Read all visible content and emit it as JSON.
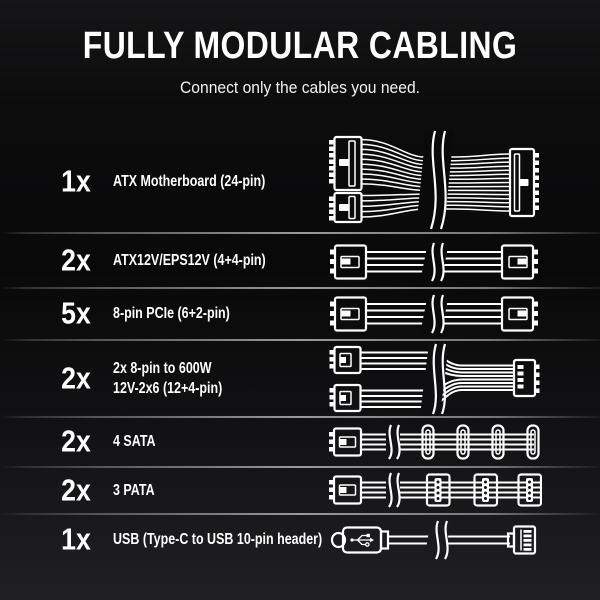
{
  "header": {
    "title": "FULLY MODULAR CABLING",
    "subtitle": "Connect only the cables you need."
  },
  "cables": [
    {
      "qty": "1x",
      "label": "ATX Motherboard (24-pin)",
      "icon": "atx-24pin-cable"
    },
    {
      "qty": "2x",
      "label": "ATX12V/EPS12V (4+4-pin)",
      "icon": "eps12v-4plus4-cable"
    },
    {
      "qty": "5x",
      "label": "8-pin PCIe (6+2-pin)",
      "icon": "pcie-8pin-cable"
    },
    {
      "qty": "2x",
      "label_lines": [
        "2x 8-pin to 600W",
        "12V-2x6 (12+4-pin)"
      ],
      "icon": "12v-2x6-cable"
    },
    {
      "qty": "2x",
      "label": "4 SATA",
      "icon": "sata-cable"
    },
    {
      "qty": "2x",
      "label": "3 PATA",
      "icon": "pata-cable"
    },
    {
      "qty": "1x",
      "label": "USB (Type-C to USB 10-pin header)",
      "icon": "usb-typec-to-header-cable"
    }
  ],
  "colors": {
    "text": "#ffffff",
    "illustration": "#ffffff",
    "background": "#0b0b0c",
    "divider": "#9a9a9a"
  }
}
